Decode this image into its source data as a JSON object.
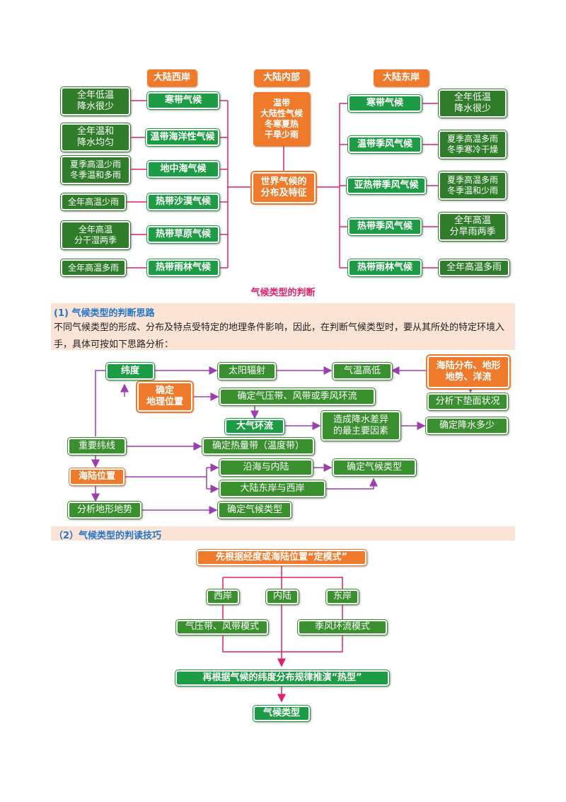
{
  "top": {
    "headers": {
      "west": "大陆西岸",
      "inner": "大陆内部",
      "east": "大陆东岸"
    },
    "center": "世界气候的\n分布及特征",
    "inner_desc": "温带\n大陆性气候\n冬寒夏热\n干旱少雨",
    "west": [
      {
        "climate": "寒带气候",
        "feature": "全年低温\n降水很少"
      },
      {
        "climate": "温带海洋性气候",
        "feature": "全年温和\n降水均匀"
      },
      {
        "climate": "地中海气候",
        "feature": "夏季高温少雨\n冬季温和多雨"
      },
      {
        "climate": "热带沙漠气候",
        "feature": "全年高温少雨"
      },
      {
        "climate": "热带草原气候",
        "feature": "全年高温\n分干湿两季"
      },
      {
        "climate": "热带雨林气候",
        "feature": "全年高温多雨"
      }
    ],
    "east": [
      {
        "climate": "寒带气候",
        "feature": "全年低温\n降水很少"
      },
      {
        "climate": "温带季风气候",
        "feature": "夏季高温多雨\n冬季寒冷干燥"
      },
      {
        "climate": "亚热带季风气候",
        "feature": "夏季高温多雨\n冬季温和少雨"
      },
      {
        "climate": "热带季风气候",
        "feature": "全年高温\n分旱雨两季"
      },
      {
        "climate": "热带雨林气候",
        "feature": "全年高温多雨"
      }
    ],
    "caption": "气候类型的判断"
  },
  "section1": {
    "title": "(1) 气候类型的判断思路",
    "paragraph": "不同气候类型的形成、分布及特点受特定的地理条件影响，因此，在判断气候类型时，要从其所处的特定环境入手，具体可按如下思路分析："
  },
  "flow1": {
    "latitude": "纬度",
    "solar": "太阳辐射",
    "temp": "气温高低",
    "sea_land_terrain": "海陆分布、地形\n地势、洋流",
    "locate": "确定\n地理位置",
    "pressure": "确定气压带、风带或季风环流",
    "underlying": "分析下垫面状况",
    "circulation": "大气环流",
    "precip_cause": "造成降水差异\n的最主要因素",
    "precip": "确定降水多少",
    "key_lat": "重要纬线",
    "heat_belt": "确定热量带（温度带）",
    "sea_land": "海陆位置",
    "coast_inland": "沿海与内陆",
    "east_west": "大陆东岸与西岸",
    "climate1": "确定气候类型",
    "terrain": "分析地形地势",
    "climate2": "确定气候类型"
  },
  "section2": {
    "title": "（2）气候类型的判读技巧"
  },
  "flow2": {
    "step1": "先根据经度或海陆位置“定模式”",
    "west": "西岸",
    "inland": "内陆",
    "east": "东岸",
    "west_mode": "气压带、风带模式",
    "east_mode": "季风环流模式",
    "step2": "再根据气候的纬度分布规律推演“热型”",
    "result": "气候类型"
  },
  "colors": {
    "orange": "#f07a2b",
    "green": "#1e9b45",
    "dark_green": "#2f7d2a",
    "purple": "#9b3fb0",
    "pink": "#e0206a",
    "section_blue": "#2276c9",
    "band": "#fbe3d6"
  }
}
